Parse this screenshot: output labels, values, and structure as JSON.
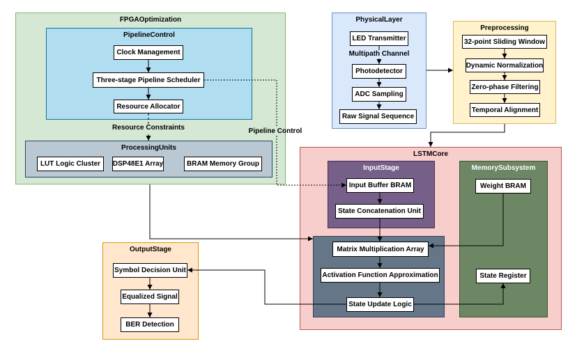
{
  "diagram": {
    "groups": {
      "fpga_optimization": "FPGAOptimization",
      "pipeline_control": "PipelineControl",
      "processing_units": "ProcessingUnits",
      "physical_layer": "PhysicalLayer",
      "preprocessing": "Preprocessing",
      "lstm_core": "LSTMCore",
      "input_stage": "InputStage",
      "memory_subsystem": "MemorySubsystem",
      "output_stage": "OutputStage"
    },
    "nodes": {
      "clock_management": "Clock Management",
      "pipeline_scheduler": "Three-stage Pipeline Scheduler",
      "resource_allocator": "Resource Allocator",
      "lut_logic_cluster": "LUT Logic Cluster",
      "dsp48e1_array": "DSP48E1 Array",
      "bram_memory_group": "BRAM Memory Group",
      "led_transmitter": "LED Transmitter",
      "photodetector": "Photodetector",
      "adc_sampling": "ADC Sampling",
      "raw_signal_sequence": "Raw Signal Sequence",
      "sliding_window": "32-point Sliding Window",
      "dynamic_normalization": "Dynamic Normalization",
      "zero_phase_filtering": "Zero-phase Filtering",
      "temporal_alignment": "Temporal Alignment",
      "input_buffer_bram": "Input Buffer BRAM",
      "state_concatenation_unit": "State Concatenation Unit",
      "matrix_multiplication_array": "Matrix Multiplication Array",
      "activation_function_approximation": "Activation Function Approximation",
      "state_update_logic": "State Update Logic",
      "weight_bram": "Weight BRAM",
      "state_register": "State Register",
      "symbol_decision_unit": "Symbol Decision Unit",
      "equalized_signal": "Equalized Signal",
      "ber_detection": "BER Detection"
    },
    "edge_labels": {
      "resource_constraints": "Resource Constraints",
      "multipath_channel": "Multipath Channel",
      "pipeline_control": "Pipeline Control"
    }
  },
  "colors": {
    "fpga_fill": "#d5e8d4",
    "fpga_stroke": "#82b366",
    "pipeline_fill": "#b1ddf0",
    "pipeline_stroke": "#10739e",
    "processing_fill": "#bac8d3",
    "processing_stroke": "#23445d",
    "physical_fill": "#dae8fc",
    "physical_stroke": "#6c8ebf",
    "preprocessing_fill": "#fff2cc",
    "preprocessing_stroke": "#d6b656",
    "lstm_fill": "#f8cecc",
    "lstm_stroke": "#b85450",
    "input_fill": "#76608a",
    "input_stroke": "#432d57",
    "memory_fill": "#6d8764",
    "memory_stroke": "#3a5431",
    "compute_fill": "#647687",
    "compute_stroke": "#314354",
    "output_fill": "#ffe6cc",
    "output_stroke": "#d79b00"
  }
}
